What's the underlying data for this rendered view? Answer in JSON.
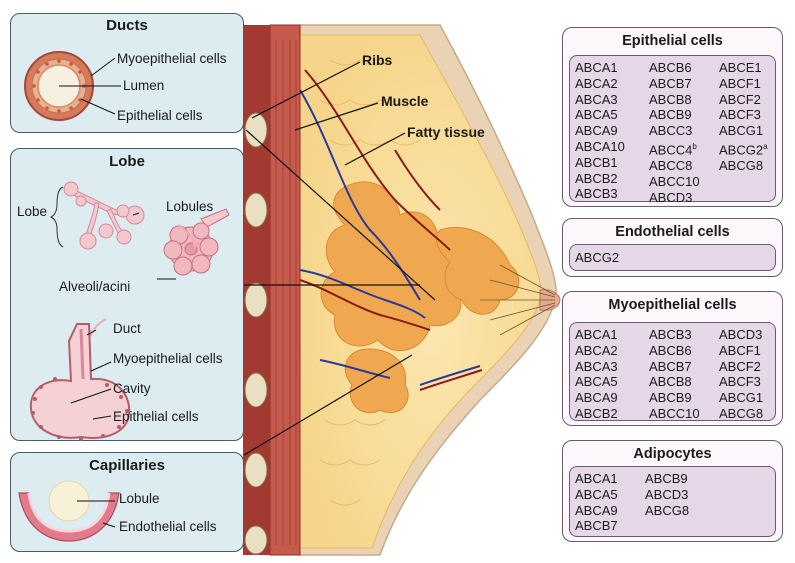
{
  "ducts": {
    "title": "Ducts",
    "labels": [
      "Myoepithelial cells",
      "Lumen",
      "Epithelial cells"
    ]
  },
  "lobe": {
    "title": "Lobe",
    "lobe_label": "Lobe",
    "lobules_label": "Lobules",
    "alveoli_label": "Alveoli/acini",
    "duct_label": "Duct",
    "myo_label": "Myoepithelial cells",
    "cavity_label": "Cavity",
    "epi_label": "Epithelial cells"
  },
  "capillaries": {
    "title": "Capillaries",
    "lobule_label": "Lobule",
    "endo_label": "Endothelial cells"
  },
  "anatomy": {
    "ribs": "Ribs",
    "muscle": "Muscle",
    "fatty": "Fatty tissue"
  },
  "genes": {
    "epithelial": {
      "title": "Epithelial cells",
      "columns": [
        [
          "ABCA1",
          "ABCA2",
          "ABCA3",
          "ABCA5",
          "ABCA9",
          "ABCA10",
          "ABCB1",
          "ABCB2",
          "ABCB3"
        ],
        [
          "ABCB6",
          "ABCB7",
          "ABCB8",
          "ABCB9",
          "ABCC3",
          "ABCC4",
          "ABCC8",
          "ABCC10",
          "ABCD3"
        ],
        [
          "ABCE1",
          "ABCF1",
          "ABCF2",
          "ABCF3",
          "ABCG1",
          "ABCG2",
          "ABCG8"
        ]
      ],
      "sup_abcc4": "b",
      "sup_abcg2": "a"
    },
    "endothelial": {
      "title": "Endothelial cells",
      "columns": [
        [
          "ABCG2"
        ]
      ]
    },
    "myoepithelial": {
      "title": "Myoepithelial cells",
      "columns": [
        [
          "ABCA1",
          "ABCA2",
          "ABCA3",
          "ABCA5",
          "ABCA9",
          "ABCB2"
        ],
        [
          "ABCB3",
          "ABCB6",
          "ABCB7",
          "ABCB8",
          "ABCB9",
          "ABCC10"
        ],
        [
          "ABCD3",
          "ABCF1",
          "ABCF2",
          "ABCF3",
          "ABCG1",
          "ABCG8"
        ]
      ]
    },
    "adipocytes": {
      "title": "Adipocytes",
      "columns": [
        [
          "ABCA1",
          "ABCA5",
          "ABCA9",
          "ABCB7"
        ],
        [
          "ABCB9",
          "ABCD3",
          "ABCG8"
        ]
      ]
    }
  },
  "colors": {
    "panel_bg": "#dcecf1",
    "gene_bg": "#e6d7e8",
    "fat": "#f0a850",
    "skin": "#e8c9a8",
    "muscle": "#b84a40",
    "artery": "#8b1a1a",
    "vein": "#2a3a9a"
  }
}
